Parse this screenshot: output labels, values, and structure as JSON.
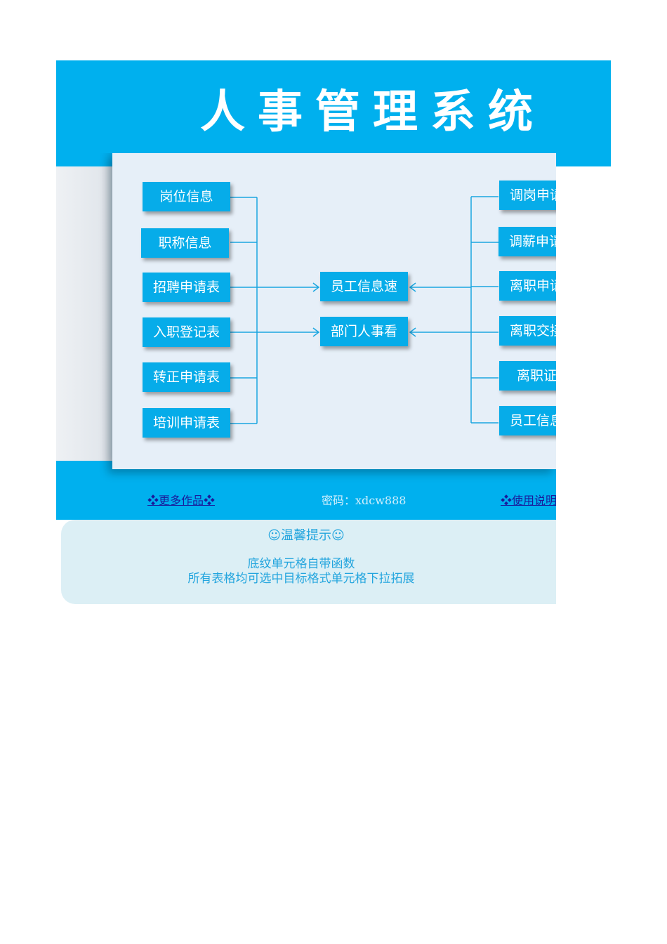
{
  "title": "人事管理系统",
  "left_items": [
    "岗位信息",
    "职称信息",
    "招聘申请表",
    "入职登记表",
    "转正申请表",
    "培训申请表"
  ],
  "center_items": [
    "员工信息速",
    "部门人事看"
  ],
  "right_items": [
    "调岗申请",
    "调薪申请",
    "离职申请",
    "离职交接",
    "离职证",
    "员工信息"
  ],
  "footer": {
    "more_works": "❖更多作品❖",
    "password": "密码：xdcw888",
    "usage": "❖使用说明"
  },
  "tip": {
    "heading": "☺温馨提示☺",
    "line1": "底纹单元格自带函数",
    "line2": "所有表格均可选中目标格式单元格下拉拓展"
  },
  "colors": {
    "brand": "#00b0ee",
    "button": "#06ace9",
    "panel": "#e6eff8"
  }
}
